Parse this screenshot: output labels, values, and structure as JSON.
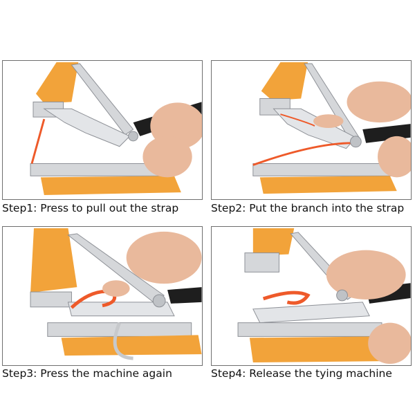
{
  "colors": {
    "orange": "#f2a33a",
    "metal": "#d5d7da",
    "metal_dark": "#8d9096",
    "grip": "#1e1e1e",
    "skin": "#e9b99c",
    "strap": "#ee5a2a",
    "border": "#6e6e6e"
  },
  "steps": [
    {
      "caption": "Step1: Press to pull out the strap"
    },
    {
      "caption": "Step2: Put the branch into the strap"
    },
    {
      "caption": "Step3: Press the machine again"
    },
    {
      "caption": "Step4: Release the tying machine"
    }
  ]
}
